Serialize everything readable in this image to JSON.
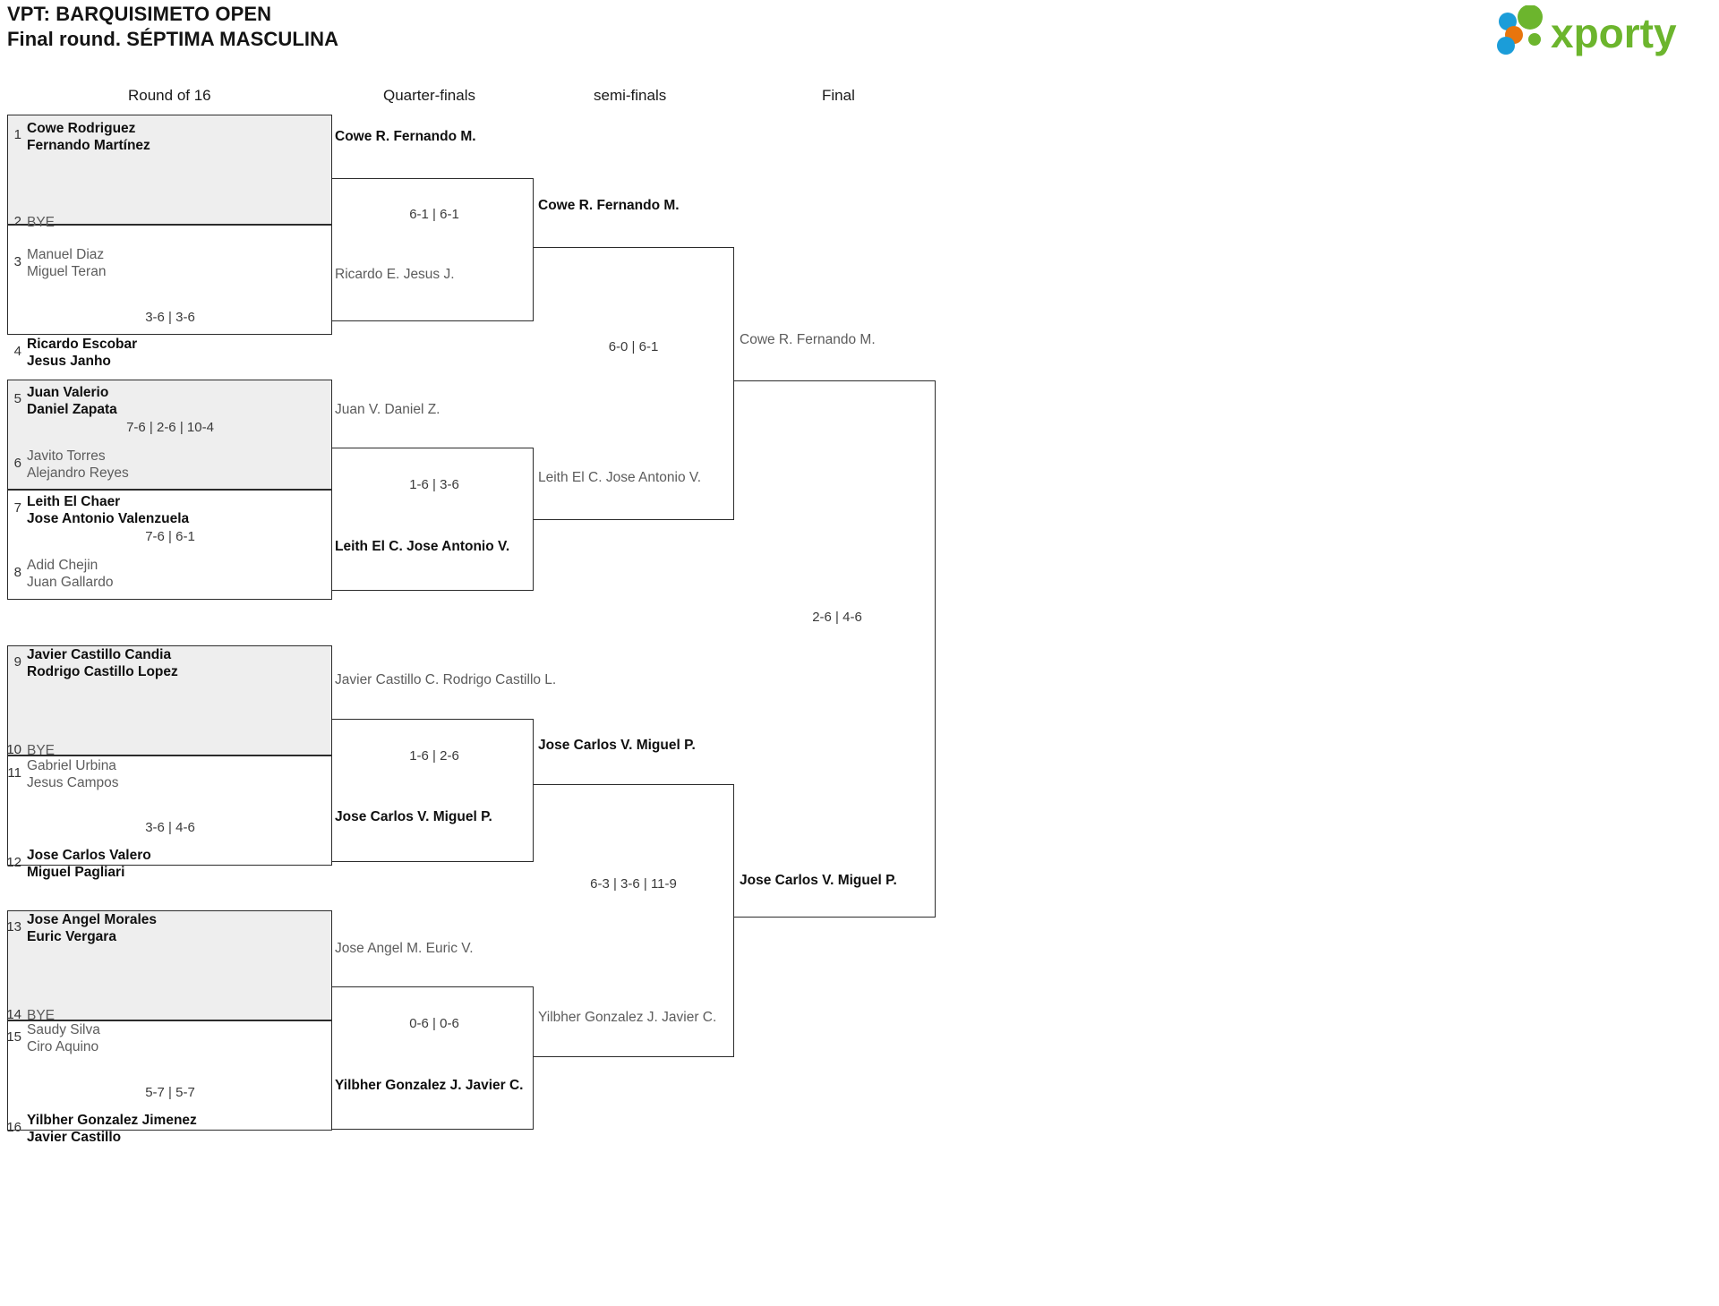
{
  "header": {
    "tournament": "VPT: BARQUISIMETO OPEN",
    "subtitle": "Final round. SÉPTIMA MASCULINA",
    "logo_text": "xporty",
    "logo_colors": {
      "green": "#6cb52d",
      "orange": "#e8750d",
      "blue": "#1b9dd9"
    }
  },
  "rounds": {
    "r16": "Round of 16",
    "qf": "Quarter-finals",
    "sf": "semi-finals",
    "f": "Final"
  },
  "chart_data": {
    "type": "bracket",
    "title": "VPT: BARQUISIMETO OPEN — Final round. SÉPTIMA MASCULINA",
    "rounds": [
      "Round of 16",
      "Quarter-finals",
      "semi-finals",
      "Final"
    ],
    "bye_label": "BYE"
  },
  "r16": {
    "matches": [
      {
        "shaded": true,
        "top": {
          "seed": "1",
          "p1": "Cowe Rodriguez",
          "p2": "Fernando Martínez",
          "winner": true
        },
        "bottom": {
          "seed": "2",
          "bye": "BYE",
          "winner": false
        },
        "score": ""
      },
      {
        "shaded": false,
        "top": {
          "seed": "3",
          "p1": "Manuel Diaz",
          "p2": "Miguel Teran",
          "winner": false
        },
        "bottom": {
          "seed": "4",
          "p1": "Ricardo Escobar",
          "p2": "Jesus Janho",
          "winner": true
        },
        "score": "3-6 | 3-6"
      },
      {
        "shaded": true,
        "top": {
          "seed": "5",
          "p1": "Juan Valerio",
          "p2": "Daniel Zapata",
          "winner": true
        },
        "bottom": {
          "seed": "6",
          "p1": "Javito Torres",
          "p2": "Alejandro Reyes",
          "winner": false
        },
        "score": "7-6 | 2-6 | 10-4"
      },
      {
        "shaded": false,
        "top": {
          "seed": "7",
          "p1": "Leith El Chaer",
          "p2": "Jose Antonio Valenzuela",
          "winner": true
        },
        "bottom": {
          "seed": "8",
          "p1": "Adid Chejin",
          "p2": "Juan Gallardo",
          "winner": false
        },
        "score": "7-6 | 6-1"
      },
      {
        "shaded": true,
        "top": {
          "seed": "9",
          "p1": "Javier Castillo Candia",
          "p2": "Rodrigo Castillo Lopez",
          "winner": true
        },
        "bottom": {
          "seed": "10",
          "bye": "BYE",
          "winner": false
        },
        "score": ""
      },
      {
        "shaded": false,
        "top": {
          "seed": "11",
          "p1": "Gabriel Urbina",
          "p2": "Jesus Campos",
          "winner": false
        },
        "bottom": {
          "seed": "12",
          "p1": "Jose Carlos Valero",
          "p2": "Miguel Pagliari",
          "winner": true
        },
        "score": "3-6 | 4-6"
      },
      {
        "shaded": true,
        "top": {
          "seed": "13",
          "p1": "Jose Angel Morales",
          "p2": "Euric Vergara",
          "winner": true
        },
        "bottom": {
          "seed": "14",
          "bye": "BYE",
          "winner": false
        },
        "score": ""
      },
      {
        "shaded": false,
        "top": {
          "seed": "15",
          "p1": "Saudy Silva",
          "p2": "Ciro Aquino",
          "winner": false
        },
        "bottom": {
          "seed": "16",
          "p1": "Yilbher Gonzalez Jimenez",
          "p2": "Javier Castillo",
          "winner": true
        },
        "score": "5-7 | 5-7"
      }
    ]
  },
  "qf": {
    "matches": [
      {
        "top": {
          "p1": "Cowe R.",
          "p2": "Fernando M.",
          "winner": true
        },
        "bottom": {
          "p1": "Ricardo E.",
          "p2": "Jesus J.",
          "winner": false
        },
        "score": "6-1 | 6-1"
      },
      {
        "top": {
          "p1": "Juan V.",
          "p2": "Daniel Z.",
          "winner": false
        },
        "bottom": {
          "p1": "Leith El C.",
          "p2": "Jose Antonio V.",
          "winner": true
        },
        "score": "1-6 | 3-6"
      },
      {
        "top": {
          "p1": "Javier Castillo C.",
          "p2": "Rodrigo Castillo L.",
          "winner": false
        },
        "bottom": {
          "p1": "Jose Carlos V.",
          "p2": "Miguel P.",
          "winner": true
        },
        "score": "1-6 | 2-6"
      },
      {
        "top": {
          "p1": "Jose Angel M.",
          "p2": "Euric V.",
          "winner": false
        },
        "bottom": {
          "p1": "Yilbher Gonzalez J.",
          "p2": "Javier C.",
          "winner": true
        },
        "score": "0-6 | 0-6"
      }
    ]
  },
  "sf": {
    "matches": [
      {
        "top": {
          "p1": "Cowe R.",
          "p2": "Fernando M.",
          "winner": true
        },
        "bottom": {
          "p1": "Leith El C.",
          "p2": "Jose Antonio V.",
          "winner": false
        },
        "score": "6-0 | 6-1"
      },
      {
        "top": {
          "p1": "Jose Carlos V.",
          "p2": "Miguel P.",
          "winner": true
        },
        "bottom": {
          "p1": "Yilbher Gonzalez J.",
          "p2": "Javier C.",
          "winner": false
        },
        "score": "6-3 | 3-6 | 11-9"
      }
    ]
  },
  "final": {
    "match": {
      "top": {
        "p1": "Cowe R.",
        "p2": "Fernando M.",
        "winner": false
      },
      "bottom": {
        "p1": "Jose Carlos V.",
        "p2": "Miguel P.",
        "winner": true
      },
      "score": "2-6 | 4-6"
    }
  }
}
